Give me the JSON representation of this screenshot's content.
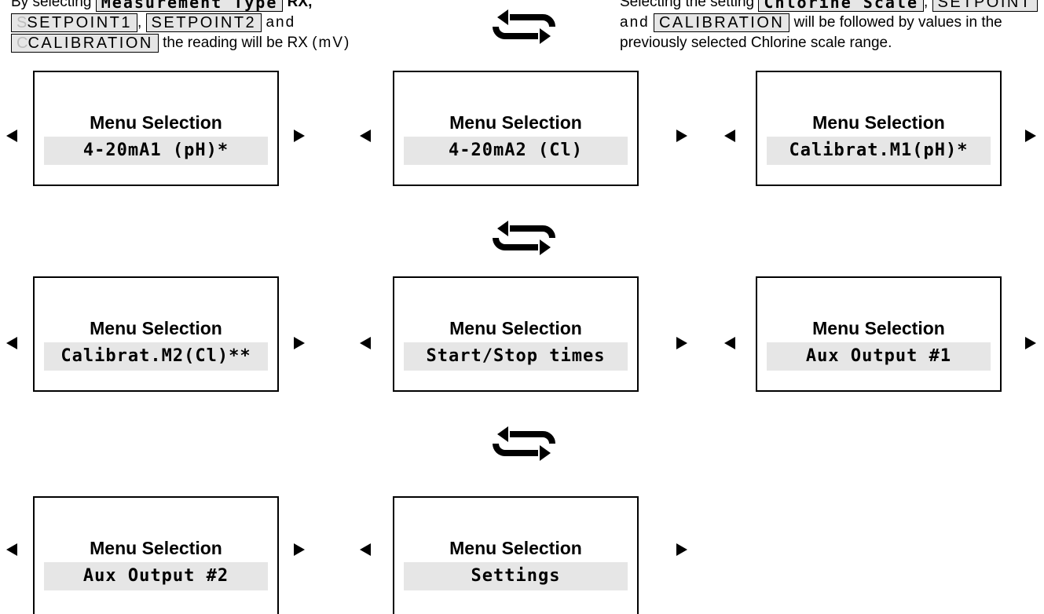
{
  "note_left": {
    "line1_prefix": "By selecting",
    "line1_tag": "Measurement Type",
    "line1_suffix": "RX,",
    "line2_faded": "S",
    "line2_tag1": "SETPOINT1",
    "line2_comma": ",",
    "line2_tag2": "SETPOINT2",
    "line2_and": "and",
    "line3_faded": "C",
    "line3_tag": "CALIBRATION",
    "line3_text": "the reading will be RX",
    "line3_unit": "(mV)"
  },
  "note_right": {
    "line1_prefix": "Selecting the setting",
    "line1_tag1": "Chlorine Scale",
    "line1_comma": ",",
    "line1_tag2": "SETPOINT",
    "line2_and": "and",
    "line2_tag": "CALIBRATION",
    "line2_text": "will be followed by values in the",
    "line3_text": "previously selected Chlorine scale range."
  },
  "screens": [
    {
      "title": "Menu Selection",
      "value": "4-20mA1 (pH)*"
    },
    {
      "title": "Menu Selection",
      "value": "4-20mA2 (Cl)"
    },
    {
      "title": "Menu Selection",
      "value": "Calibrat.M1(pH)*"
    },
    {
      "title": "Menu Selection",
      "value": "Calibrat.M2(Cl)**"
    },
    {
      "title": "Menu Selection",
      "value": "Start/Stop times"
    },
    {
      "title": "Menu Selection",
      "value": "Aux Output #1"
    },
    {
      "title": "Menu Selection",
      "value": "Aux Output #2"
    },
    {
      "title": "Menu Selection",
      "value": "Settings"
    }
  ],
  "icons": {
    "arrow_left": "left-triangle-icon",
    "arrow_right": "right-triangle-icon",
    "cycle": "cycle-arrows-icon"
  }
}
